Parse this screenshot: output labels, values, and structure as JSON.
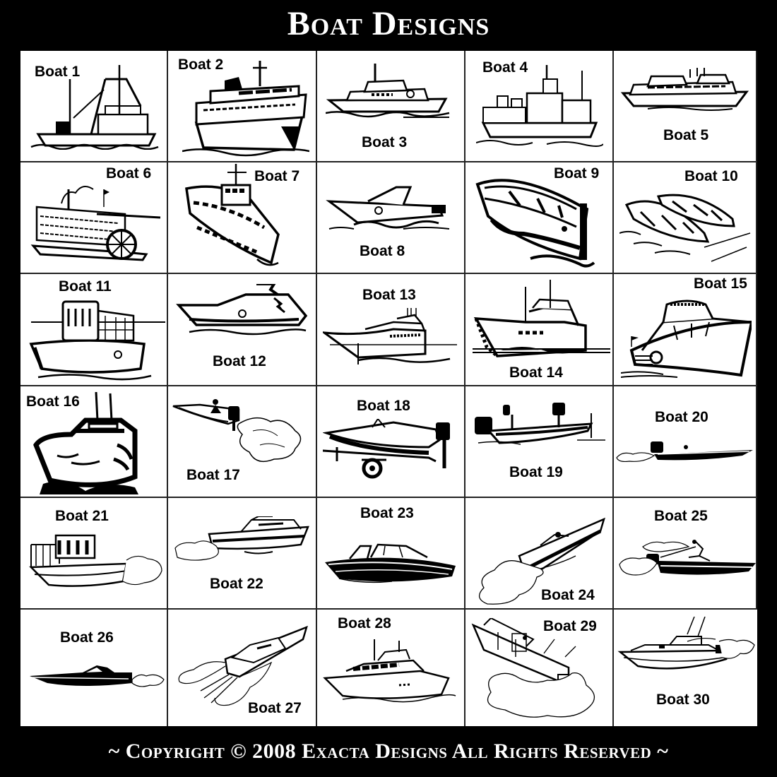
{
  "title": "Boat Designs",
  "footer": "~ Copyright © 2008  Exacta Designs All Rights Reserved ~",
  "colors": {
    "background": "#000000",
    "grid_background": "#ffffff",
    "text_dark": "#000000",
    "text_light": "#ffffff"
  },
  "grid": {
    "columns": 5,
    "rows": 6
  },
  "boats": [
    {
      "label": "Boat 1",
      "type": "trawler-fishing-ship"
    },
    {
      "label": "Boat 2",
      "type": "cruise-ferry"
    },
    {
      "label": "Boat 3",
      "type": "motor-yacht"
    },
    {
      "label": "Boat 4",
      "type": "cargo-ship"
    },
    {
      "label": "Boat 5",
      "type": "cruise-liner"
    },
    {
      "label": "Boat 6",
      "type": "paddle-steamer"
    },
    {
      "label": "Boat 7",
      "type": "passenger-ferry"
    },
    {
      "label": "Boat 8",
      "type": "cabin-cruiser"
    },
    {
      "label": "Boat 9",
      "type": "rowboat"
    },
    {
      "label": "Boat 10",
      "type": "twin-rowboats"
    },
    {
      "label": "Boat 11",
      "type": "tugboat"
    },
    {
      "label": "Boat 12",
      "type": "sport-yacht"
    },
    {
      "label": "Boat 13",
      "type": "mega-yacht"
    },
    {
      "label": "Boat 14",
      "type": "trawler-yacht"
    },
    {
      "label": "Boat 15",
      "type": "express-cruiser"
    },
    {
      "label": "Boat 16",
      "type": "bold-cruiser-silhouette"
    },
    {
      "label": "Boat 17",
      "type": "bass-boat-with-wake"
    },
    {
      "label": "Boat 18",
      "type": "boat-on-trailer"
    },
    {
      "label": "Boat 19",
      "type": "bass-boat"
    },
    {
      "label": "Boat 20",
      "type": "speed-boat"
    },
    {
      "label": "Boat 21",
      "type": "pilothouse-boat"
    },
    {
      "label": "Boat 22",
      "type": "flybridge-cruiser"
    },
    {
      "label": "Boat 23",
      "type": "bowrider"
    },
    {
      "label": "Boat 24",
      "type": "performance-cruiser"
    },
    {
      "label": "Boat 25",
      "type": "ski-boat"
    },
    {
      "label": "Boat 26",
      "type": "offshore-racer"
    },
    {
      "label": "Boat 27",
      "type": "sport-cruiser"
    },
    {
      "label": "Boat 28",
      "type": "motor-yacht-flybridge"
    },
    {
      "label": "Boat 29",
      "type": "center-console-fishing"
    },
    {
      "label": "Boat 30",
      "type": "sportfisher"
    }
  ]
}
